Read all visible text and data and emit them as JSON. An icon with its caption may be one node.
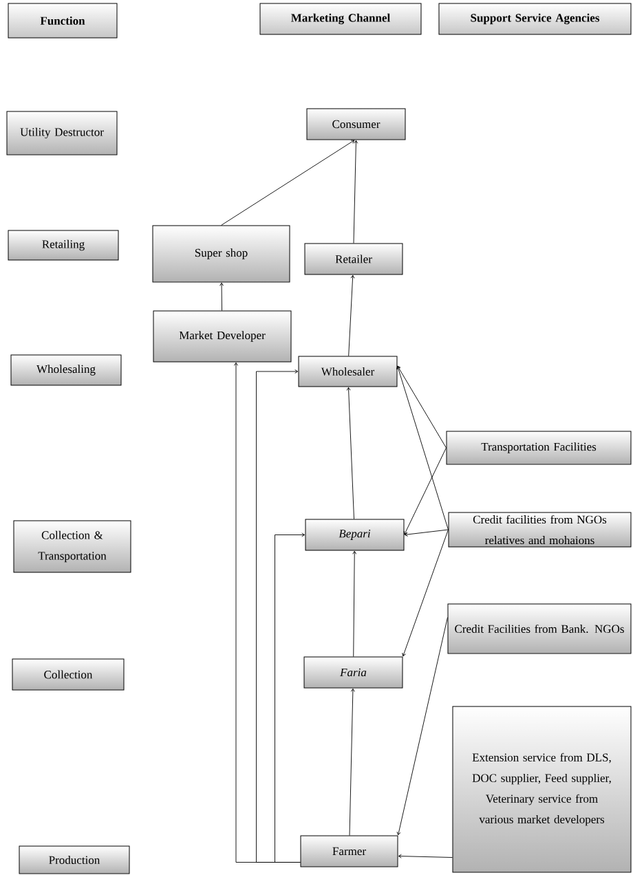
{
  "diagram": {
    "nodes": [
      {
        "text": [
          "Function"
        ]
      },
      {
        "text": [
          "Marketing Channel"
        ]
      },
      {
        "text": [
          "Support Service Agencies"
        ]
      },
      {
        "text": [
          "Utility Destructor"
        ]
      },
      {
        "text": [
          "Retailing"
        ]
      },
      {
        "text": [
          "Wholesaling"
        ]
      },
      {
        "text": [
          "Collection & Transportation"
        ]
      },
      {
        "text": [
          "Collection"
        ]
      },
      {
        "text": [
          "Production"
        ]
      },
      {
        "text": [
          "Consumer"
        ]
      },
      {
        "text": [
          "Super shop"
        ]
      },
      {
        "text": [
          "Retailer"
        ]
      },
      {
        "text": [
          "Market Developer"
        ]
      },
      {
        "text": [
          "Wholesaler"
        ]
      },
      {
        "text": [
          "Transportation Facilities"
        ]
      },
      {
        "text": [
          "Bepari"
        ]
      },
      {
        "text": [
          "Credit facilities from NGOs relatives and mohaions"
        ]
      },
      {
        "text": [
          "Faria"
        ]
      },
      {
        "text": [
          "Credit Facilities from Bank. NGOs"
        ]
      },
      {
        "text": [
          "Extension service from DLS, DOC supplier, Feed supplier, Veterinary service from various market developers"
        ]
      },
      {
        "text": [
          "Farmer"
        ]
      }
    ],
    "edges": [
      {
        "from": 10,
        "to": 9,
        "arrow": "to"
      },
      {
        "from": 11,
        "to": 9,
        "arrow": "to"
      },
      {
        "from": 12,
        "to": 10,
        "arrow": "to"
      },
      {
        "from": 13,
        "to": 11,
        "arrow": "to"
      },
      {
        "from": 20,
        "to": 12,
        "arrow": "to"
      },
      {
        "from": 20,
        "to": 13,
        "arrow": "to"
      },
      {
        "from": 20,
        "to": 15,
        "arrow": "to"
      },
      {
        "from": 15,
        "to": 13,
        "arrow": "to"
      },
      {
        "from": 17,
        "to": 15,
        "arrow": "to"
      },
      {
        "from": 20,
        "to": 17,
        "arrow": "to"
      },
      {
        "from": 14,
        "to": 13,
        "arrow": "to"
      },
      {
        "from": 14,
        "to": 15,
        "arrow": "to"
      },
      {
        "from": 16,
        "to": 13,
        "arrow": "to"
      },
      {
        "from": 16,
        "to": 15,
        "arrow": "to"
      },
      {
        "from": 16,
        "to": 17,
        "arrow": "to"
      },
      {
        "from": 18,
        "to": 20,
        "arrow": "to"
      },
      {
        "from": 19,
        "to": 20,
        "arrow": "to"
      }
    ]
  }
}
